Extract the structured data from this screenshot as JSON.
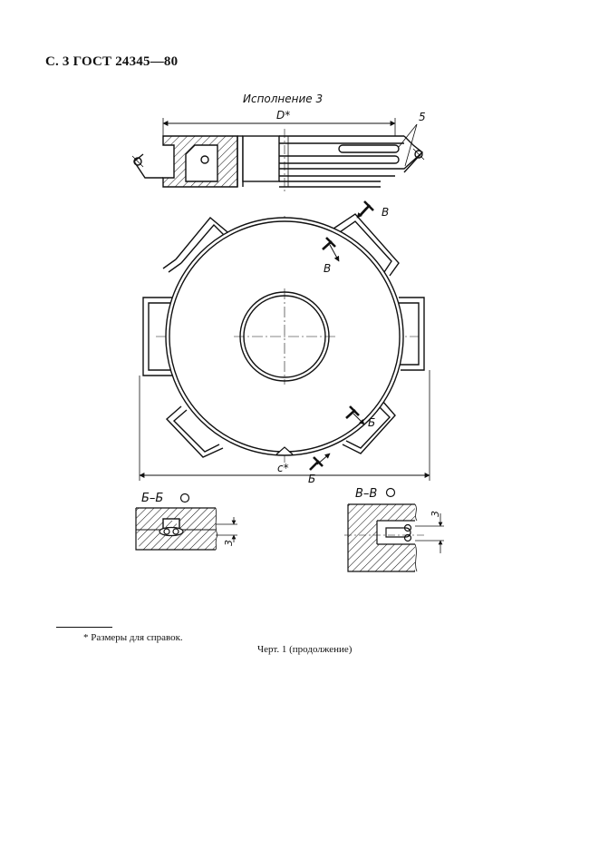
{
  "page": {
    "header": "С. 3 ГОСТ 24345—80",
    "variant_title": "Исполнение 3",
    "labels": {
      "diameter": "D*",
      "part_number": "5",
      "section_mark_v": "В",
      "section_mark_b": "Б",
      "chord": "с*",
      "section_bb_title": "Б–Б",
      "section_vv_title": "В–В",
      "dim_bb": "3",
      "dim_vv": "3"
    },
    "footnote": "* Размеры для справок.",
    "caption": "Черт. 1 (продолжение)"
  }
}
